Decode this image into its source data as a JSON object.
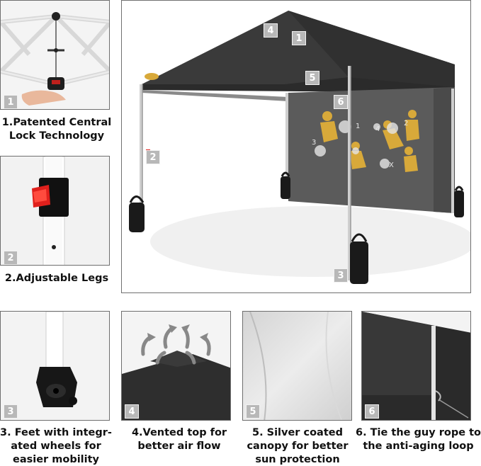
{
  "features": [
    {
      "number": "1",
      "caption": "1.Patented Central Lock Technology",
      "icon": "central-lock-hub"
    },
    {
      "number": "2",
      "caption": "2.Adjustable Legs",
      "icon": "red-leg-lock-button"
    },
    {
      "number": "3",
      "caption": "3. Feet with integr-ated wheels for easier mobility",
      "icon": "wheeled-foot"
    },
    {
      "number": "4",
      "caption": "4.Vented top for better air flow",
      "icon": "vent-airflow-arrows"
    },
    {
      "number": "5",
      "caption": "5. Silver coated canopy for better sun protection",
      "icon": "silver-fabric"
    },
    {
      "number": "6",
      "caption": "6. Tie the guy rope to the anti-aging loop",
      "icon": "guy-rope-loop"
    }
  ],
  "main_callouts": [
    "4",
    "1",
    "5",
    "6",
    "2",
    "3"
  ],
  "sidewall_numbers": [
    "1",
    "4",
    "2",
    "3",
    "X"
  ],
  "colors": {
    "canopy": "#3d3d3d",
    "sidewall": "#5a5a5a",
    "accent_gold": "#d8a93a",
    "lock_red": "#e0201c",
    "badge": "#b8b8b8"
  }
}
